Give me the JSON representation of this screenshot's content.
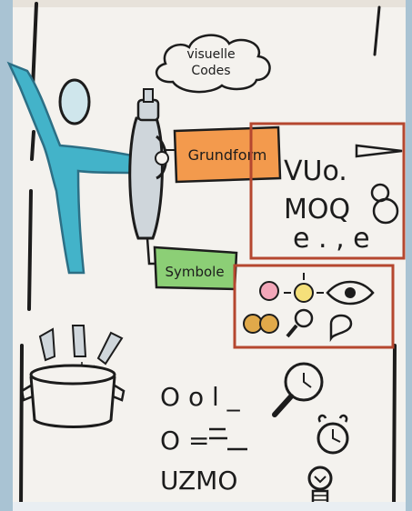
{
  "scene": {
    "title": "visuelle Codes",
    "title_line1": "visuelle",
    "title_line2": "Codes",
    "labels": {
      "grundform": "Grundform",
      "symbole": "Symbole"
    },
    "grundform_letters": {
      "row1": "VUo.",
      "row2": "MOQ",
      "row3": "e . , e"
    },
    "bottom_shapes": {
      "row1": "O o l _",
      "row2": "O =",
      "row3": "UZMO"
    }
  },
  "colors": {
    "background_wall": "#a9c3d3",
    "paper": "#f4f2ee",
    "figure_blue": "#43b3c9",
    "grundform_orange": "#f39a4d",
    "symbole_green": "#8ccf76",
    "box_red": "#b5472f",
    "ink": "#1c1c1c",
    "shadow_grey": "#8c9aa5"
  }
}
